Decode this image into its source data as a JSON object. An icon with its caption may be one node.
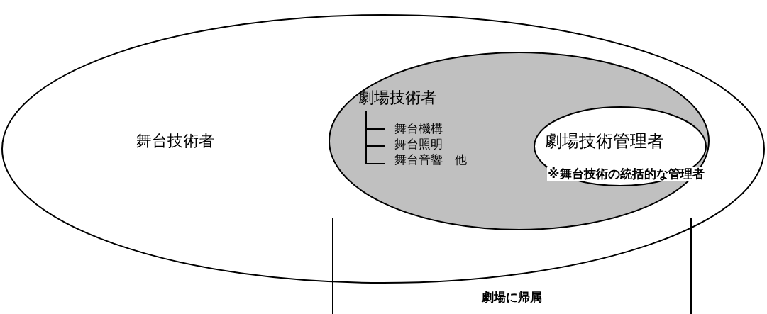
{
  "diagram": {
    "nodes": [
      {
        "text": [
          "舞台技術者"
        ]
      },
      {
        "text": [
          "劇場技術者",
          "舞台機構",
          "舞台照明",
          "舞台音響　他"
        ],
        "in": 0
      },
      {
        "text": [
          "劇場技術管理者",
          "※舞台技術の統括的な管理者"
        ],
        "in": 1
      }
    ],
    "labels": [
      "劇場に帰属"
    ]
  }
}
